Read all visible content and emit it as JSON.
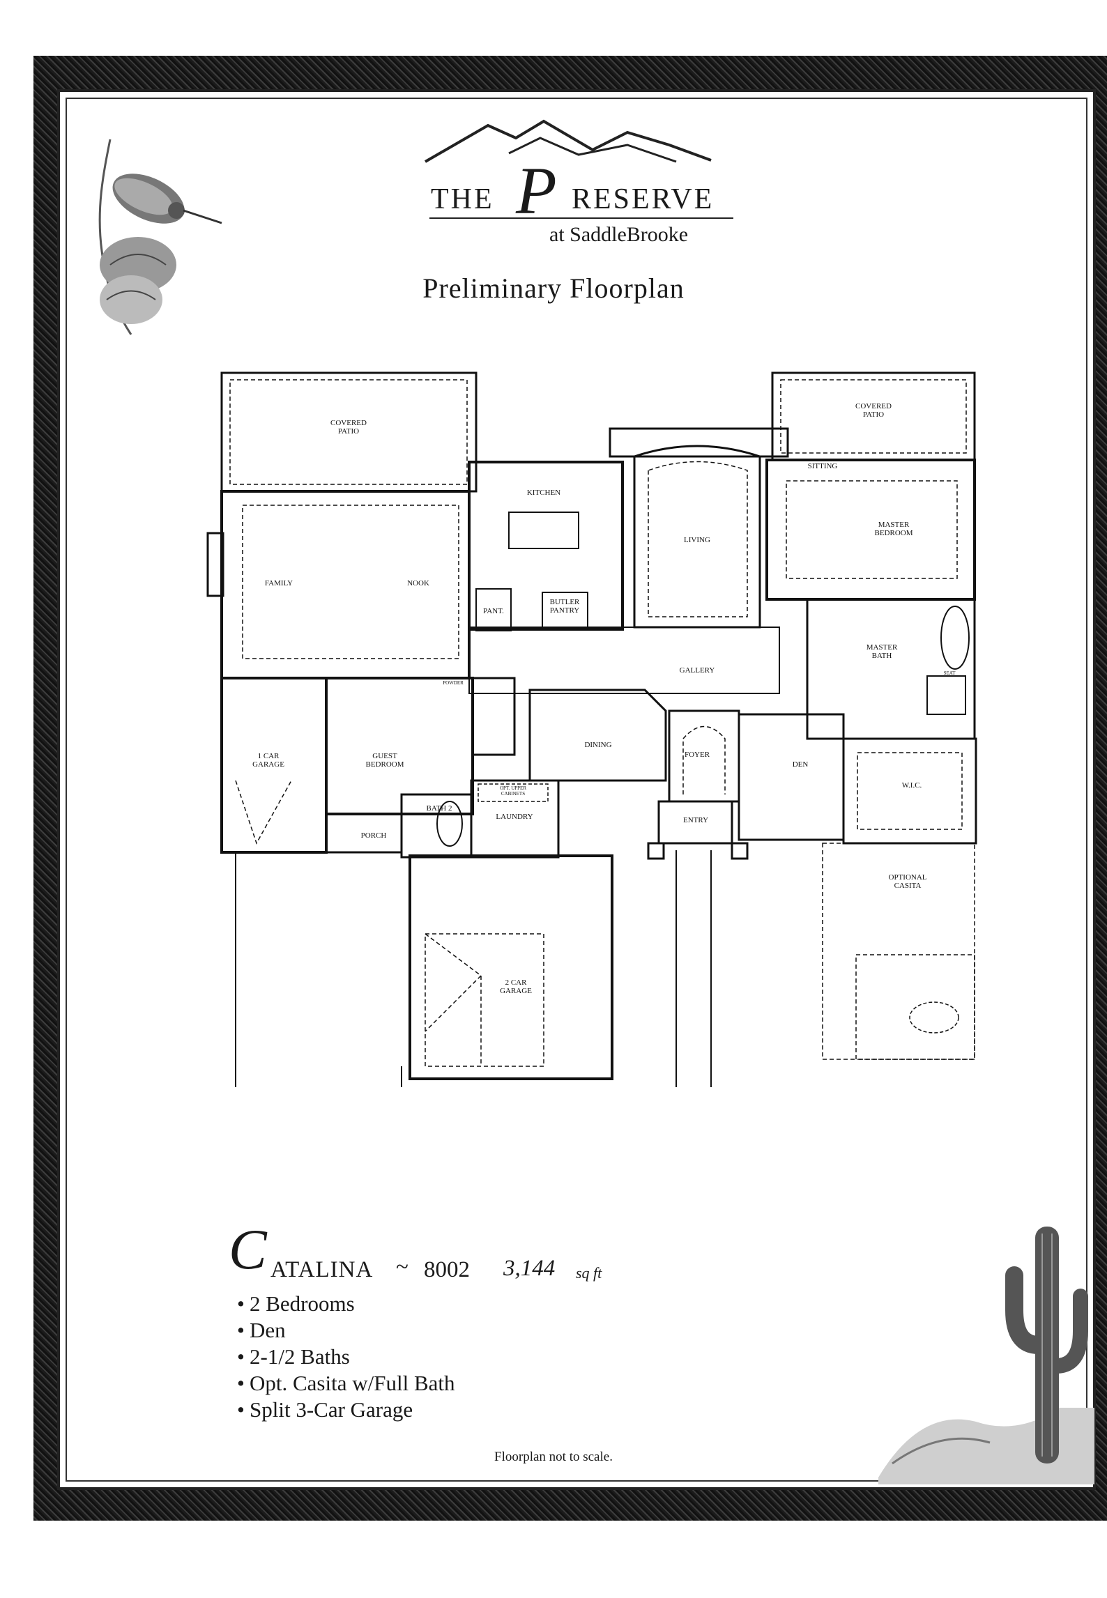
{
  "logo": {
    "the": "THE",
    "p": "P",
    "reserve": "RESERVE",
    "sub": "at SaddleBrooke"
  },
  "page_title": "Preliminary Floorplan",
  "rooms": {
    "covered_patio_left": [
      "COVERED",
      "PATIO"
    ],
    "covered_patio_right": [
      "COVERED",
      "PATIO"
    ],
    "kitchen": "KITCHEN",
    "living": "LIVING",
    "sitting": "SITTING",
    "master_bedroom": [
      "MASTER",
      "BEDROOM"
    ],
    "family": "FAMILY",
    "nook": "NOOK",
    "pant": "PANT.",
    "butler_pantry": [
      "BUTLER",
      "PANTRY"
    ],
    "gallery": "GALLERY",
    "master_bath": [
      "MASTER",
      "BATH"
    ],
    "seat": "SEAT",
    "car1_garage": [
      "1 CAR",
      "GARAGE"
    ],
    "guest_bedroom": [
      "GUEST",
      "BEDROOM"
    ],
    "powder": "POWDER",
    "dining": "DINING",
    "foyer": "FOYER",
    "den": "DEN",
    "wic": "W.I.C.",
    "opt_upper_cabinets": [
      "OPT. UPPER",
      "CABINETS"
    ],
    "laundry": "LAUNDRY",
    "entry": "ENTRY",
    "porch": "PORCH",
    "bath2": "BATH 2",
    "optional_casita": [
      "OPTIONAL",
      "CASITA"
    ],
    "car2_garage": [
      "2 CAR",
      "GARAGE"
    ]
  },
  "model": {
    "initial": "C",
    "name": "ATALINA",
    "separator": "~",
    "number": "8002",
    "area": "3,144",
    "unit": "sq ft"
  },
  "features": [
    "2 Bedrooms",
    "Den",
    "2-1/2 Baths",
    "Opt. Casita w/Full Bath",
    "Split 3-Car Garage"
  ],
  "footnote": "Floorplan not to scale."
}
